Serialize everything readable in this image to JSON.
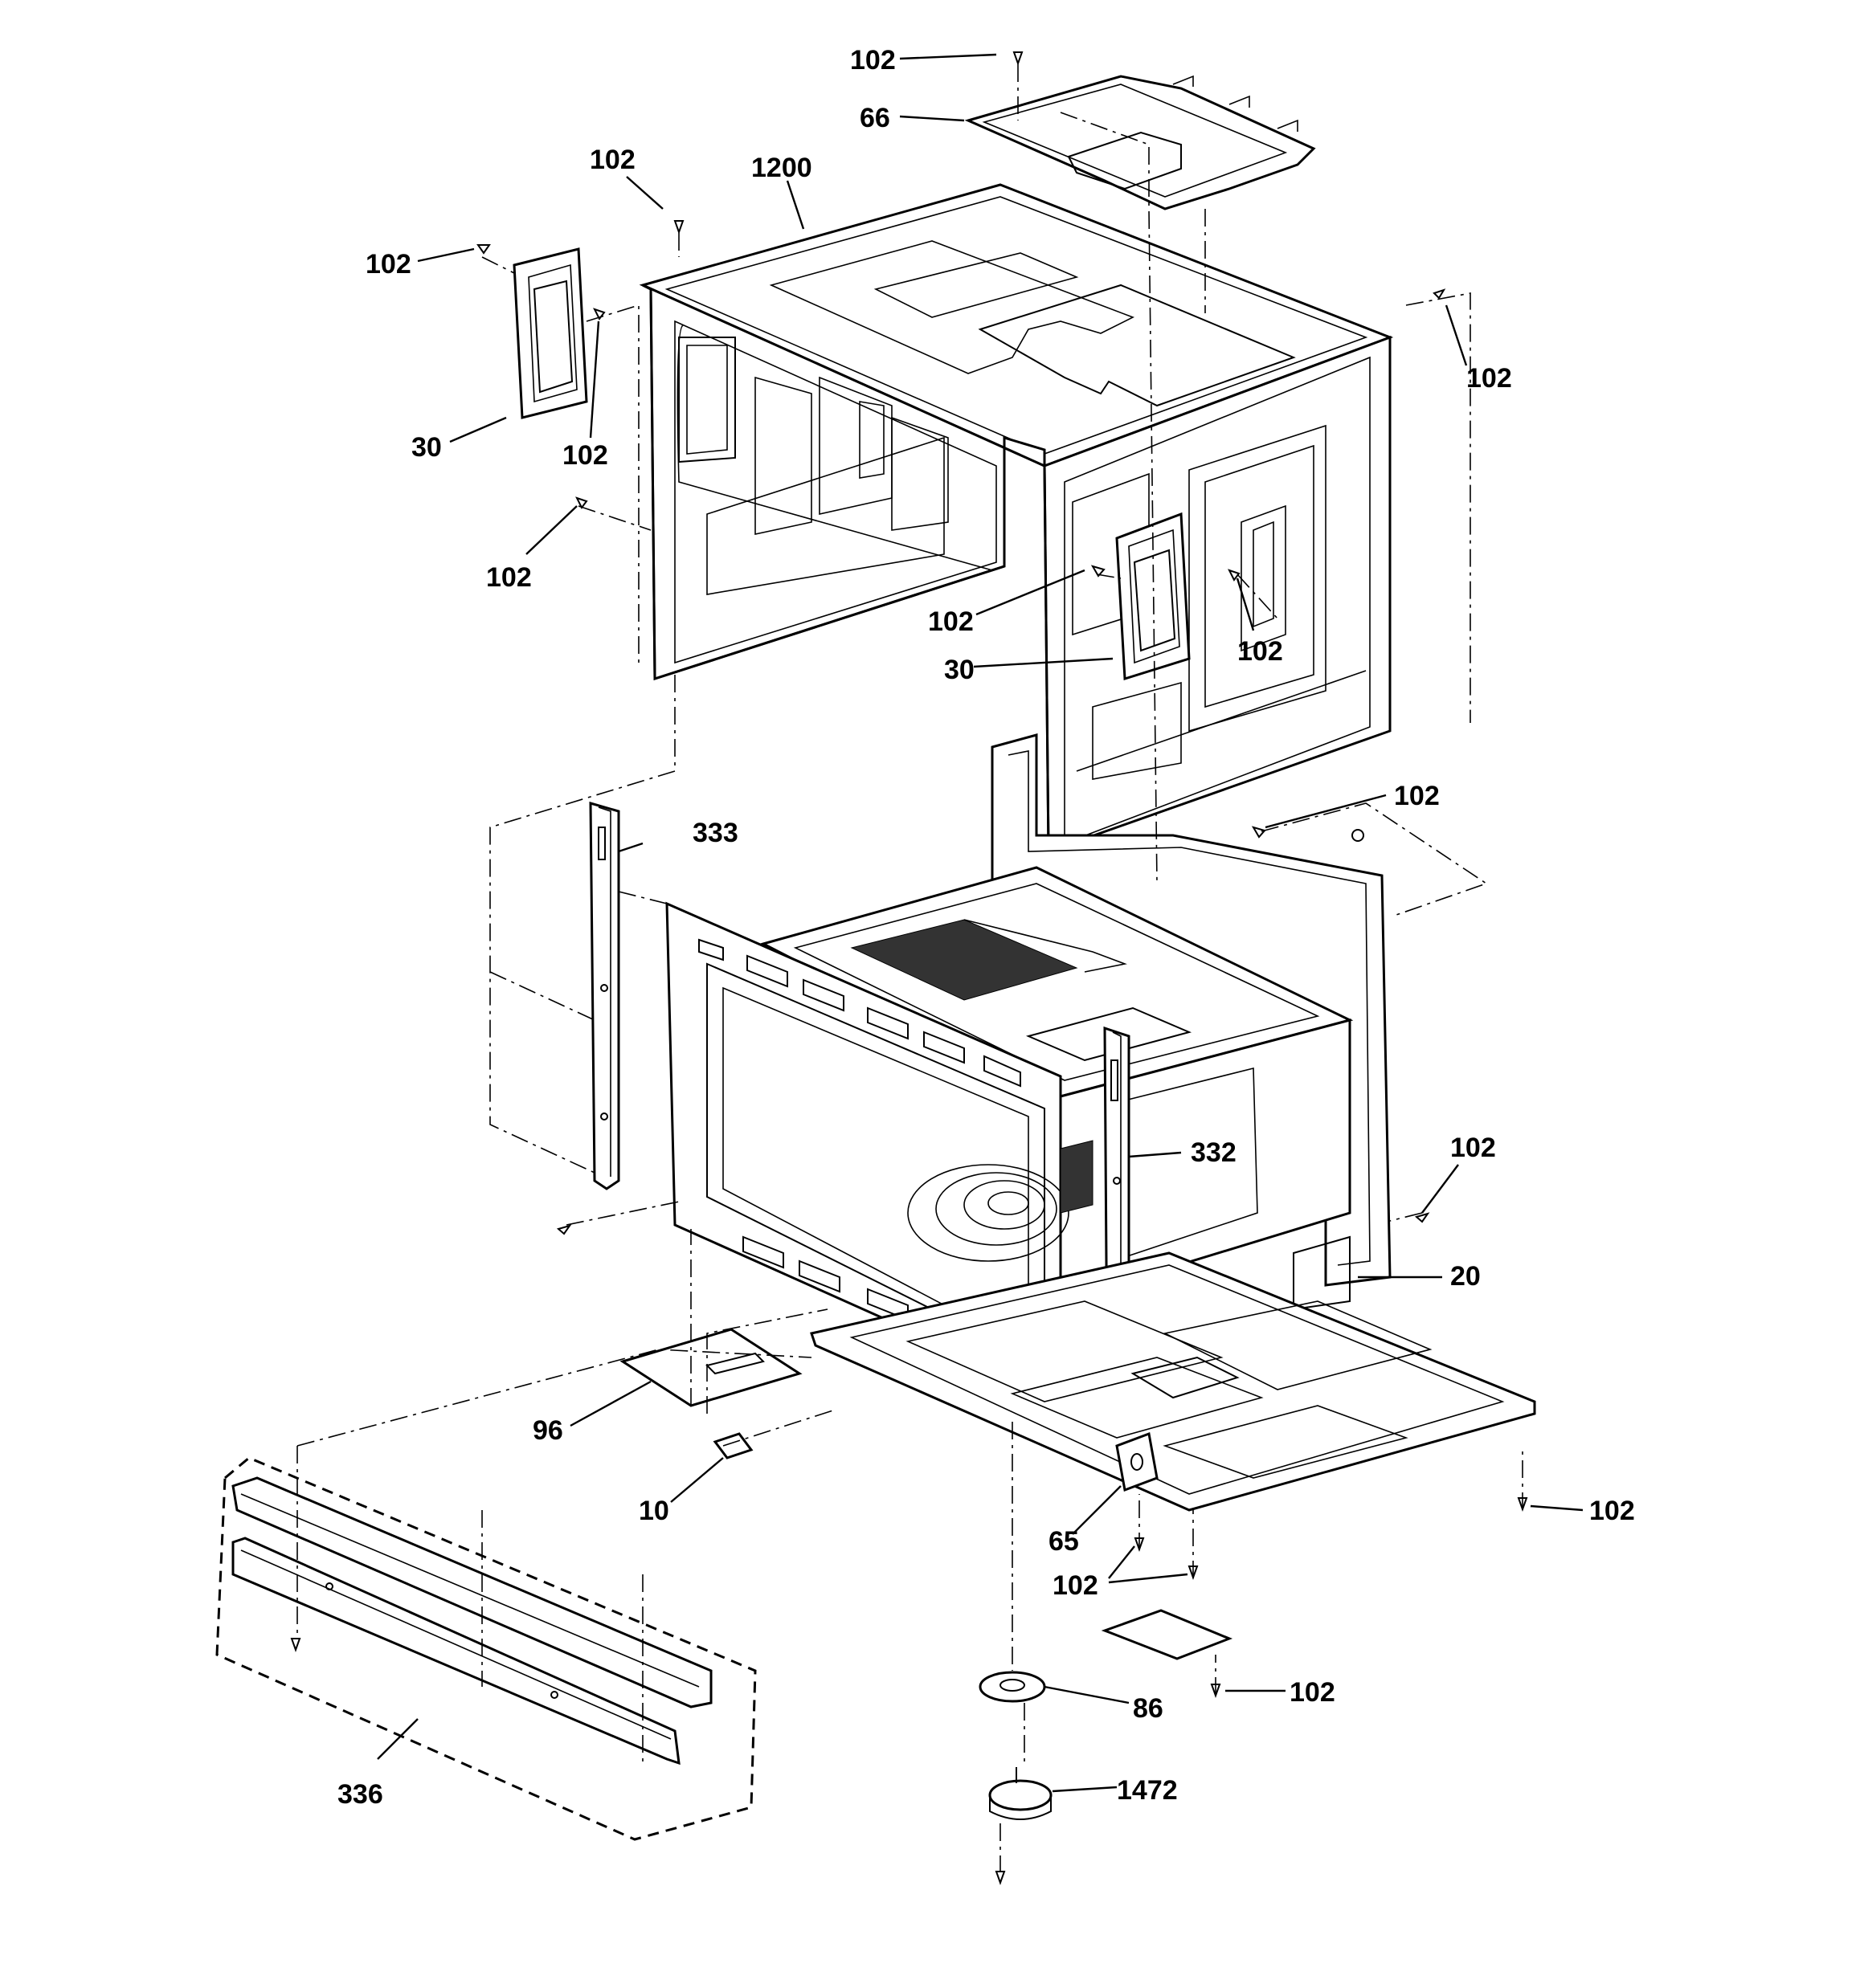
{
  "diagram": {
    "labels": {
      "l102_top": "102",
      "l66": "66",
      "l102_a": "102",
      "l1200": "1200",
      "l102_b": "102",
      "l102_right": "102",
      "l30_left": "30",
      "l102_c": "102",
      "l102_d": "102",
      "l102_e": "102",
      "l30_right": "30",
      "l102_f": "102",
      "l102_g": "102",
      "l333": "333",
      "l332": "332",
      "l102_h": "102",
      "l20": "20",
      "l96": "96",
      "l10": "10",
      "l65": "65",
      "l102_i": "102",
      "l102_j": "102",
      "l102_k": "102",
      "l86": "86",
      "l1472": "1472",
      "l336": "336"
    }
  }
}
